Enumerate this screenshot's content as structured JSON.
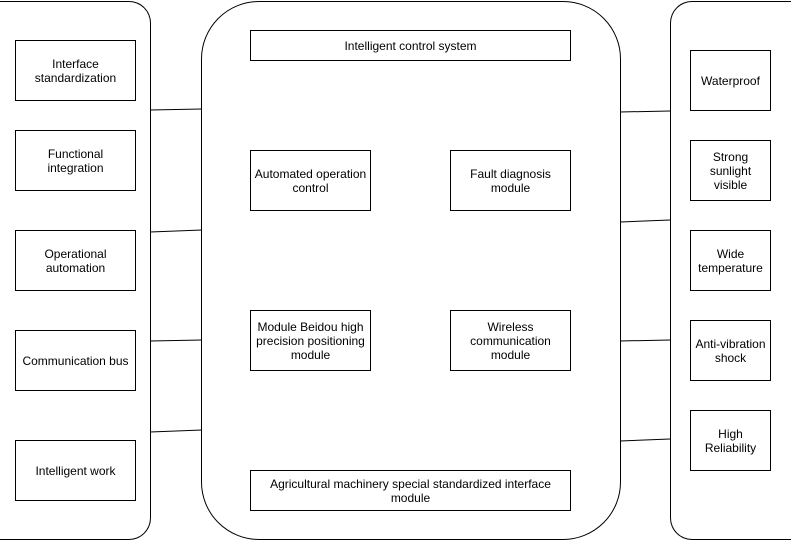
{
  "left_panel": {
    "items": [
      {
        "id": "interface-standardization",
        "label": "Interface standardization"
      },
      {
        "id": "functional-integration",
        "label": "Functional integration"
      },
      {
        "id": "operational-automation",
        "label": "Operational automation"
      },
      {
        "id": "communication-bus",
        "label": "Communication bus"
      },
      {
        "id": "intelligent-work",
        "label": "Intelligent work"
      }
    ]
  },
  "center_panel": {
    "top_box": "Intelligent control system",
    "left_column": [
      "Automated operation control",
      "Module Beidou high precision positioning module"
    ],
    "right_column": [
      "Fault diagnosis module",
      "Wireless communication module"
    ],
    "bottom_box": "Agricultural machinery special standardized interface module"
  },
  "right_panel": {
    "items": [
      {
        "id": "waterproof",
        "label": "Waterproof"
      },
      {
        "id": "strong-sunlight-visible",
        "label": "Strong sunlight visible"
      },
      {
        "id": "wide-temperature",
        "label": "Wide temperature"
      },
      {
        "id": "anti-vibration-shock",
        "label": "Anti-vibration shock"
      },
      {
        "id": "high-reliability",
        "label": "High Reliability"
      }
    ]
  }
}
